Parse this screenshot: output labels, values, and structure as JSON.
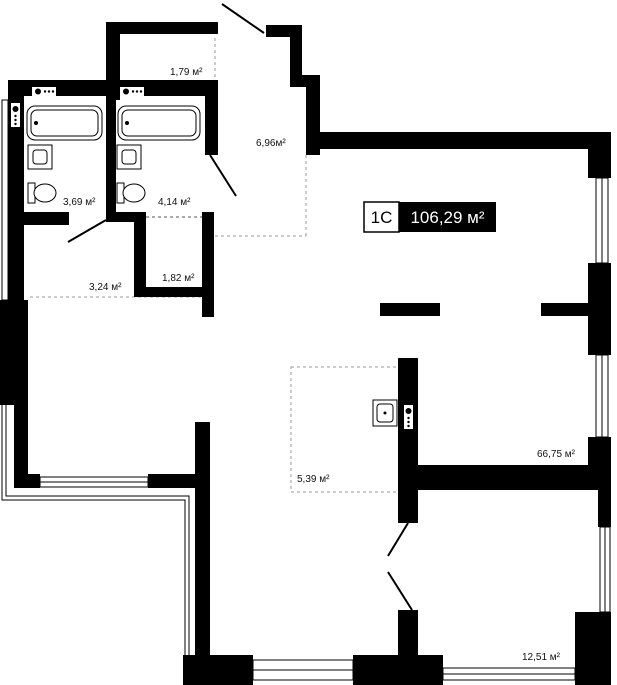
{
  "apartment": {
    "code": "1С",
    "total_area": "106,29 м²"
  },
  "rooms": [
    {
      "id": "storage-top",
      "area": "1,79 м²"
    },
    {
      "id": "hallway",
      "area": "6,96м²"
    },
    {
      "id": "bathroom-left",
      "area": "3,69 м²"
    },
    {
      "id": "bathroom-right",
      "area": "4,14 м²"
    },
    {
      "id": "closet",
      "area": "1,82 м²"
    },
    {
      "id": "corridor",
      "area": "3,24 м²"
    },
    {
      "id": "kitchen",
      "area": "5,39 м²"
    },
    {
      "id": "living-room",
      "area": "66,75 м²"
    },
    {
      "id": "bedroom",
      "area": "12,51 м²"
    }
  ],
  "icons": [
    "electric-panel-icon",
    "bathtub-icon",
    "sink-icon",
    "toilet-icon",
    "door-swing-icon",
    "window-icon",
    "kitchen-sink-icon"
  ],
  "colors": {
    "wall": "#000000",
    "background": "#ffffff",
    "dashed": "#9a9a9a"
  }
}
